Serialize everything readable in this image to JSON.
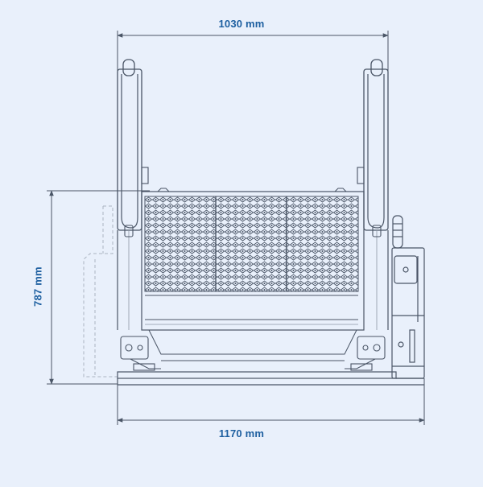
{
  "dimensions": {
    "top_width": "1030 mm",
    "bottom_width": "1170 mm",
    "left_height": "787 mm"
  },
  "colors": {
    "background": "#e9f0fb",
    "dimension_text": "#1d5fa0",
    "line": "#4a5566",
    "faint_line": "#8d97a6",
    "dashed_line": "#aab3c0"
  }
}
